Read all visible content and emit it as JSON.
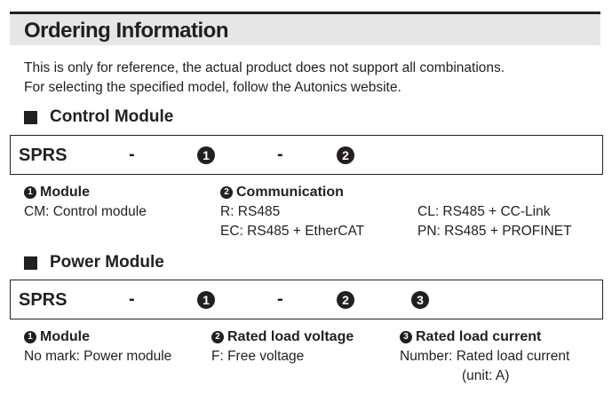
{
  "title": "Ordering Information",
  "intro": [
    "This is only for reference, the actual product does not support all combinations.",
    "For selecting the specified model, follow the Autonics website."
  ],
  "control_module": {
    "heading": "Control Module",
    "prefix": "SPRS",
    "dash": "-",
    "circle_1": "1",
    "circle_2": "2",
    "module": {
      "num": "1",
      "heading": "Module",
      "items": [
        "CM: Control module"
      ]
    },
    "communication": {
      "num": "2",
      "heading": "Communication",
      "items": [
        "R: RS485",
        "EC: RS485 + EtherCAT"
      ],
      "items2": [
        "CL: RS485 + CC-Link",
        "PN: RS485 + PROFINET"
      ]
    }
  },
  "power_module": {
    "heading": "Power Module",
    "prefix": "SPRS",
    "dash": "-",
    "circle_1": "1",
    "circle_2": "2",
    "circle_3": "3",
    "module": {
      "num": "1",
      "heading": "Module",
      "items": [
        "No mark: Power module"
      ]
    },
    "voltage": {
      "num": "2",
      "heading": "Rated load voltage",
      "items": [
        "F: Free voltage"
      ]
    },
    "current": {
      "num": "3",
      "heading": "Rated load current",
      "items": [
        "Number: Rated load current",
        "(unit: A)"
      ]
    }
  }
}
